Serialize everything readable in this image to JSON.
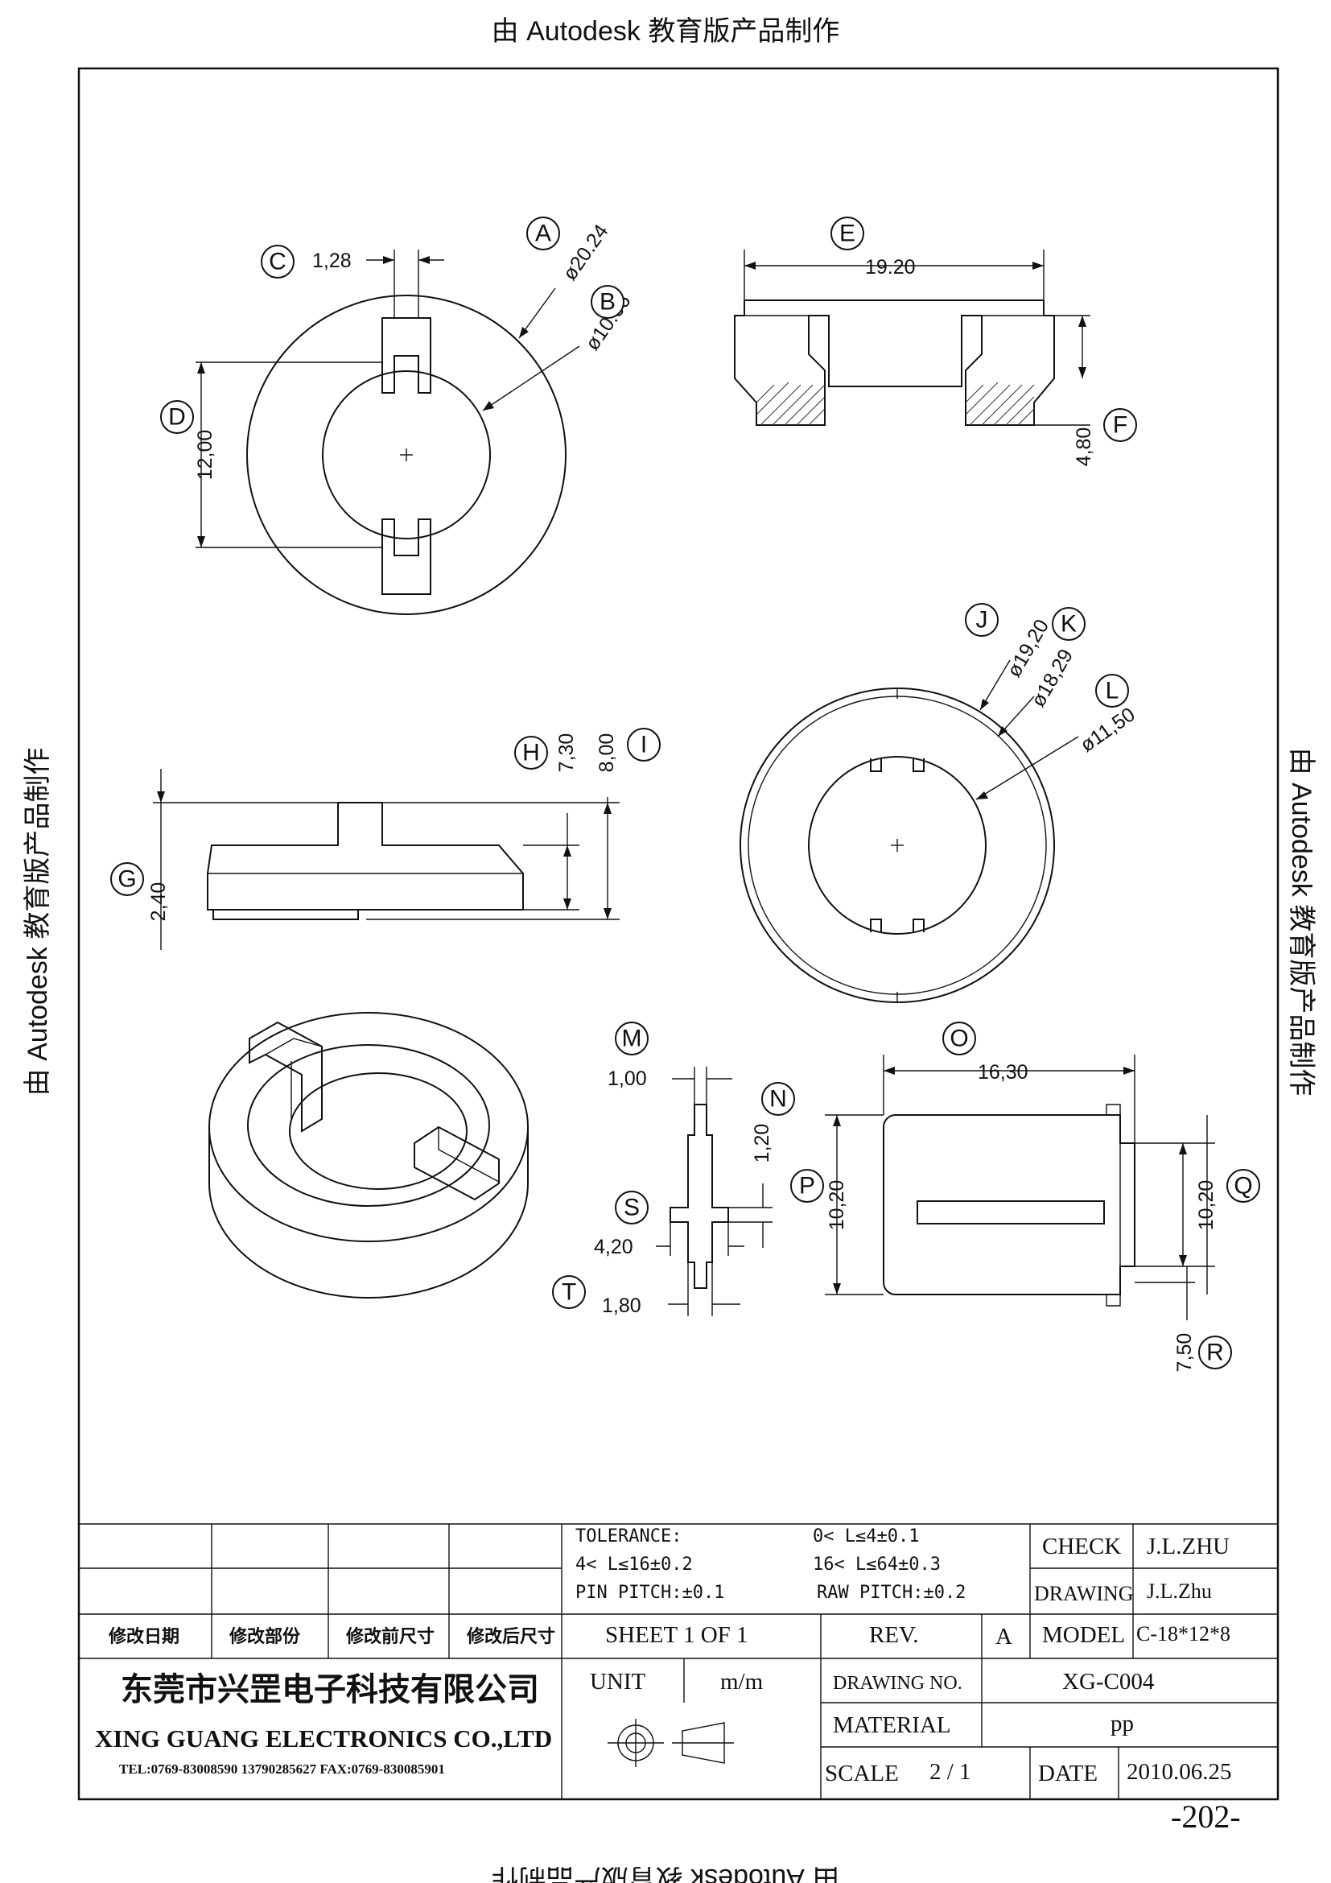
{
  "watermark": {
    "top": "由 Autodesk 教育版产品制作",
    "left": "由 Autodesk 教育版产品制作",
    "right": "由 Autodesk 教育版产品制作",
    "bottom": "由 Autodesk 教育版产品制作"
  },
  "callouts": {
    "A": "A",
    "B": "B",
    "C": "C",
    "D": "D",
    "E": "E",
    "F": "F",
    "G": "G",
    "H": "H",
    "I": "I",
    "J": "J",
    "K": "K",
    "L": "L",
    "M": "M",
    "N": "N",
    "O": "O",
    "P": "P",
    "Q": "Q",
    "R": "R",
    "S": "S",
    "T": "T"
  },
  "dimensions": {
    "A": "ø20.24",
    "B": "ø10.66",
    "C": "1,28",
    "D": "12,00",
    "E": "19.20",
    "F": "4,80",
    "G": "2,40",
    "H": "7,30",
    "I": "8,00",
    "J": "ø19,20",
    "K": "ø18,29",
    "L": "ø11,50",
    "M": "1,00",
    "N": "1,20",
    "S": "4,20",
    "T": "1,80",
    "O": "16,30",
    "P": "10,20",
    "Q": "10,20",
    "R": "7,50"
  },
  "title_block": {
    "tolerance_label": "TOLERANCE:",
    "tol_1": "0< L≤4±0.1",
    "tol_2": "4< L≤16±0.2",
    "tol_3": "16< L≤64±0.3",
    "pin_pitch": "PIN PITCH:±0.1",
    "raw_pitch": "RAW PITCH:±0.2",
    "check_label": "CHECK",
    "check_value": "J.L.ZHU",
    "drawing_label": "DRAWING",
    "drawing_value": "J.L.Zhu",
    "rev_date_header": "修改日期",
    "rev_part_header": "修改部份",
    "rev_before_header": "修改前尺寸",
    "rev_after_header": "修改后尺寸",
    "sheet": "SHEET 1 OF 1",
    "rev_label": "REV.",
    "rev_value": "A",
    "model_label": "MODEL",
    "model_value": "C-18*12*8",
    "company_cn": "东莞市兴罡电子科技有限公司",
    "company_en": "XING GUANG  ELECTRONICS CO.,LTD",
    "contact": "TEL:0769-83008590 13790285627 FAX:0769-830085901",
    "unit_label": "UNIT",
    "unit_value": "m/m",
    "drawing_no_label": "DRAWING NO.",
    "drawing_no_value": "XG-C004",
    "material_label": "MATERIAL",
    "material_value": "pp",
    "scale_label": "SCALE",
    "scale_value": "2 / 1",
    "date_label": "DATE",
    "date_value": "2010.06.25"
  },
  "page_number": "-202-"
}
